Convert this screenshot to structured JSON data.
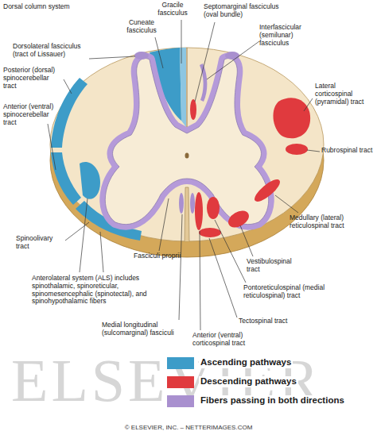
{
  "diagram": {
    "labels": [
      "Dorsal column system",
      "Gracile fasciculus",
      "Cuneate fasciculus",
      "Septomarginal fasciculus (oval bundle)",
      "Interfascicular (semilunar) fasciculus",
      "Dorsolateral fasciculus (tract of Lissauer)",
      "Posterior (dorsal) spinocerebellar tract",
      "Lateral corticospinal (pyramidal) tract",
      "Anterior (ventral) spinocerebellar tract",
      "Rubrospinal tract",
      "Medullary (lateral) reticulospinal tract",
      "Spinoolivary tract",
      "Vestibulospinal tract",
      "Fasciculi proprii",
      "Anterolateral system (ALS) includes spinothalamic, spinoreticular, spinomesencephalic (spinotectal), and spinohypothalamic fibers",
      "Pontoreticulospinal (medial reticulospinal) tract",
      "Medial longitudinal (sulcomarginal) fasciculi",
      "Tectospinal tract",
      "Anterior (ventral) corticospinal tract",
      "ELSEVIER",
      "© ELSEVIER, INC. – NETTERIMAGES.COM"
    ],
    "legend": [
      {
        "text": "Ascending pathways",
        "color": "#3d9cc8"
      },
      {
        "text": "Descending pathways",
        "color": "#e03a3e"
      },
      {
        "text": "Fibers passing in both directions",
        "color": "#a990cf"
      }
    ]
  }
}
